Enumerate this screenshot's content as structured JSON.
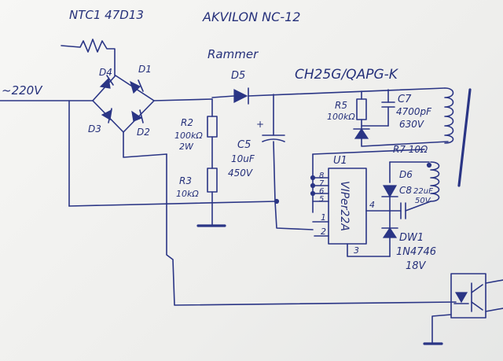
{
  "labels": {
    "ntc": "NTC1  47D13",
    "model": "AKVILON NC-12",
    "rammer": "Rammer",
    "transformer": "CH25G/QAPG-K",
    "mains": "~220V",
    "d4": "D4",
    "d1": "D1",
    "d3": "D3",
    "d2": "D2",
    "d5": "D5",
    "r2": "R2",
    "r2_val1": "100kΩ",
    "r2_val2": "2W",
    "r3": "R3",
    "r3_val": "10kΩ",
    "c5": "C5",
    "c5_plus": "+",
    "c5_val1": "10uF",
    "c5_val2": "450V",
    "r5": "R5",
    "r5_val": "100kΩ",
    "c7": "C7",
    "c7_val1": "4700pF",
    "c7_val2": "630V",
    "r7": "R7  10Ω",
    "d6": "D6",
    "c8": "C8",
    "c8_val1": "22uF",
    "c8_val2": "50V",
    "u1": "U1",
    "viper": "VIPer22A",
    "pin8": "8",
    "pin7": "7",
    "pin6": "6",
    "pin5": "5",
    "pin1": "1",
    "pin2": "2",
    "pin3": "3",
    "pin4": "4",
    "dw1": "DW1",
    "zener_part": "1N4746",
    "zener_v": "18V"
  },
  "colors": {
    "ink": "#2a3585",
    "paper": "#f4f4f2"
  }
}
